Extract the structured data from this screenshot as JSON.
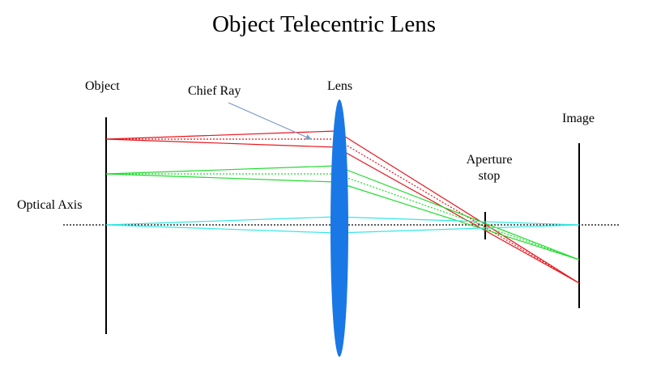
{
  "diagram": {
    "title": "Object Telecentric Lens",
    "labels": {
      "object": "Object",
      "chief_ray": "Chief Ray",
      "lens": "Lens",
      "image": "Image",
      "aperture_line1": "Aperture",
      "aperture_line2": "stop",
      "optical_axis": "Optical Axis"
    },
    "colors": {
      "red_rays": "#e8141c",
      "green_rays": "#1fdc2e",
      "cyan_rays": "#35e6e6",
      "lens": "#1a78e6",
      "pointer": "#7a9cc6",
      "axis": "#000000"
    }
  }
}
